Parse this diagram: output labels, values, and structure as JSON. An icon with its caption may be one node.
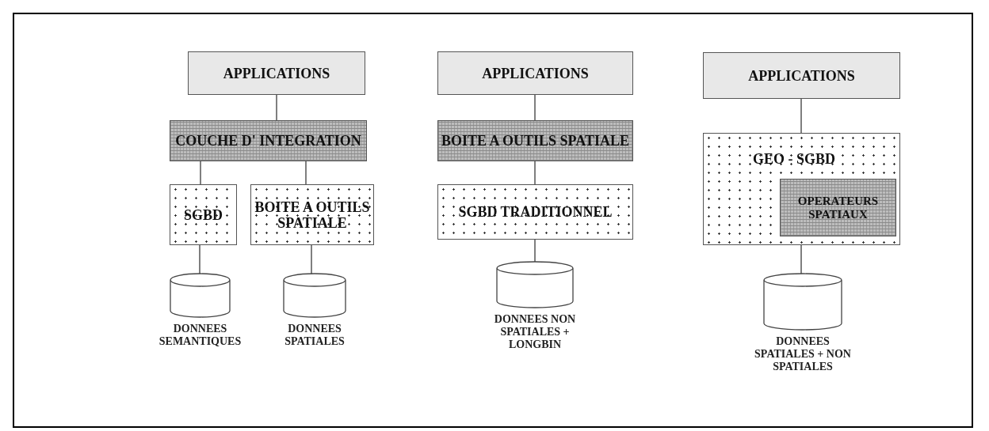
{
  "diagram": {
    "nodes": [
      {
        "text": [
          "APPLICATIONS"
        ]
      },
      {
        "text": [
          "COUCHE D' INTEGRATION"
        ]
      },
      {
        "text": [
          "SGBD"
        ]
      },
      {
        "text": [
          "BOITE A OUTILS SPATIALE"
        ]
      },
      {
        "text": [],
        "shape": "cylinder",
        "beside": [
          "DONNEES SEMANTIQUES"
        ]
      },
      {
        "text": [],
        "shape": "cylinder",
        "beside": [
          "DONNEES SPATIALES"
        ]
      },
      {
        "text": [
          "APPLICATIONS"
        ]
      },
      {
        "text": [
          "BOITE A OUTILS SPATIALE"
        ]
      },
      {
        "text": [
          "SGBD TRADITIONNEL"
        ]
      },
      {
        "text": [],
        "shape": "cylinder",
        "beside": [
          "DONNEES NON SPATIALES + LONGBIN"
        ]
      },
      {
        "text": [
          "APPLICATIONS"
        ]
      },
      {
        "text": [
          "GEO - SGBD"
        ]
      },
      {
        "text": [
          "OPERATEURS SPATIAUX"
        ],
        "in": 11
      },
      {
        "text": [],
        "shape": "cylinder",
        "beside": [
          "DONNEES SPATIALES + NON SPATIALES"
        ]
      }
    ],
    "edges": [
      {
        "from": 0,
        "to": 1,
        "arrow": "none"
      },
      {
        "from": 1,
        "to": 2,
        "arrow": "none"
      },
      {
        "from": 1,
        "to": 3,
        "arrow": "none"
      },
      {
        "from": 2,
        "to": 4,
        "arrow": "none"
      },
      {
        "from": 3,
        "to": 5,
        "arrow": "none"
      },
      {
        "from": 6,
        "to": 7,
        "arrow": "none"
      },
      {
        "from": 7,
        "to": 8,
        "arrow": "none"
      },
      {
        "from": 8,
        "to": 9,
        "arrow": "none"
      },
      {
        "from": 10,
        "to": 11,
        "arrow": "none"
      },
      {
        "from": 11,
        "to": 13,
        "arrow": "none"
      }
    ]
  }
}
